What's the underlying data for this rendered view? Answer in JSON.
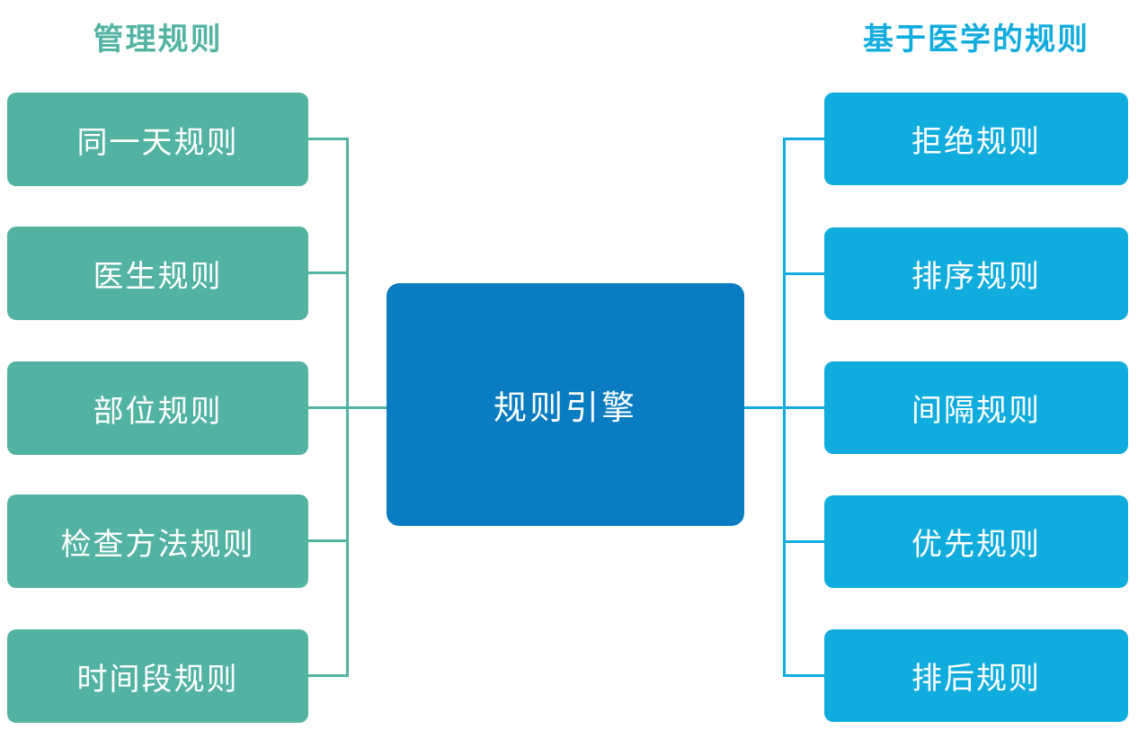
{
  "diagram": {
    "title": "",
    "type": "rule-engine-mapping",
    "colors": {
      "left_group": "#53B3A2",
      "right_group": "#10ACDE",
      "center": "#0A7CC2",
      "node_text": "#FFFFFF",
      "background": "#FFFFFF"
    },
    "left_group": {
      "header": "管理规则",
      "items": [
        {
          "label": "同一天规则"
        },
        {
          "label": "医生规则"
        },
        {
          "label": "部位规则"
        },
        {
          "label": "检查方法规则"
        },
        {
          "label": "时间段规则"
        }
      ]
    },
    "center": {
      "label": "规则引擎"
    },
    "right_group": {
      "header": "基于医学的规则",
      "items": [
        {
          "label": "拒绝规则"
        },
        {
          "label": "排序规则"
        },
        {
          "label": "间隔规则"
        },
        {
          "label": "优先规则"
        },
        {
          "label": "排后规则"
        }
      ]
    }
  }
}
